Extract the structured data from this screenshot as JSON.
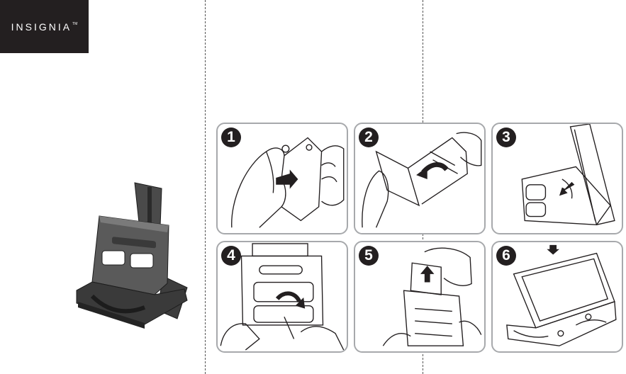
{
  "brand": {
    "logo_text": "INSIGNIA",
    "trademark": "TM"
  },
  "steps": [
    {
      "number": "1",
      "illustration": "hands-opening-stand-back-panel"
    },
    {
      "number": "2",
      "illustration": "hands-folding-out-stand-arrow-curve"
    },
    {
      "number": "3",
      "illustration": "stand-open-push-base-arrow"
    },
    {
      "number": "4",
      "illustration": "finger-rotating-slot-latch"
    },
    {
      "number": "5",
      "illustration": "sliding-top-bracket-up-arrow"
    },
    {
      "number": "6",
      "illustration": "console-placed-on-stand"
    }
  ],
  "colors": {
    "logo_background": "#231f20",
    "logo_text": "#ffffff",
    "panel_border": "#a7a9ac",
    "badge_background": "#231f20",
    "fold_line": "#555555"
  }
}
